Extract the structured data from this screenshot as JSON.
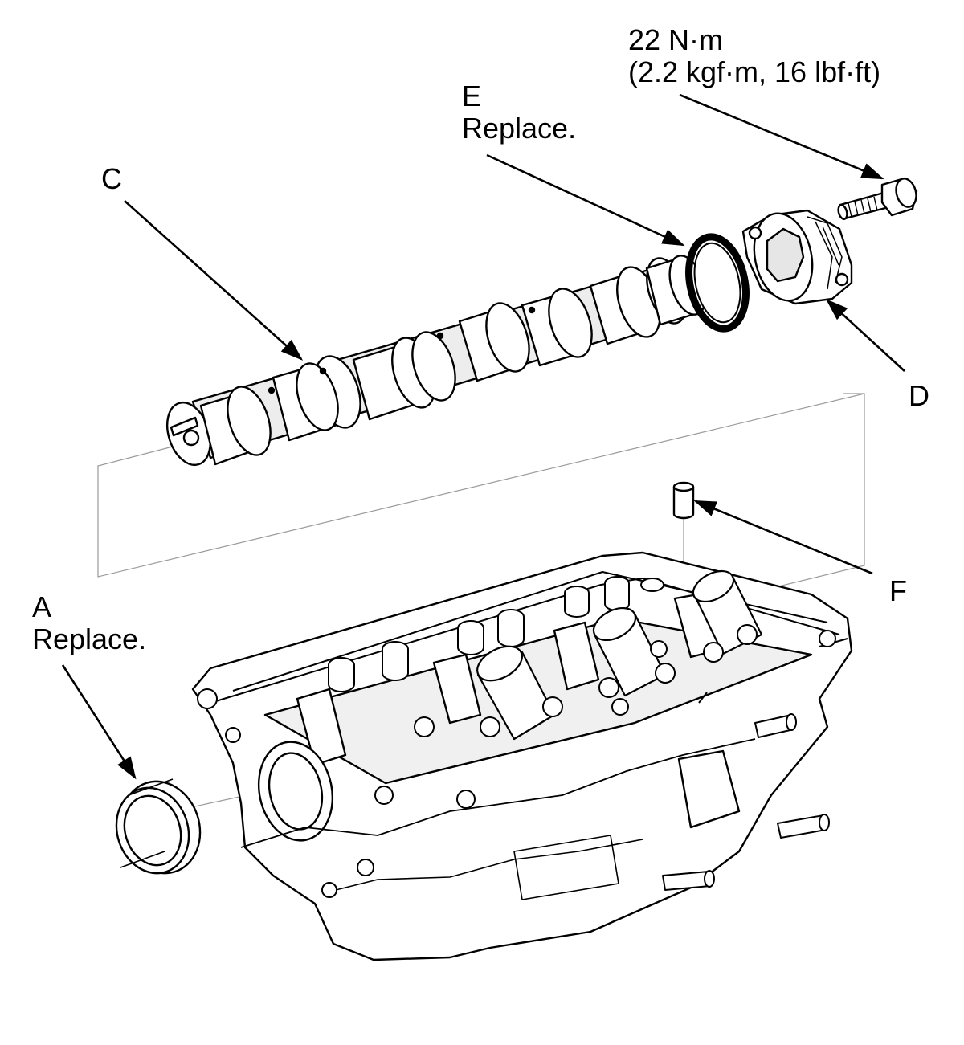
{
  "callouts": {
    "torque": {
      "line1": "22 N·m",
      "line2": "(2.2 kgf·m, 16 lbf·ft)"
    },
    "e": {
      "letter": "E",
      "note": "Replace."
    },
    "c": {
      "letter": "C"
    },
    "d": {
      "letter": "D"
    },
    "f": {
      "letter": "F"
    },
    "a": {
      "letter": "A",
      "note": "Replace."
    }
  },
  "colors": {
    "ink": "#000000",
    "guide": "#9a9a9a",
    "fill": "#ffffff",
    "shade": "#e6e6e6"
  }
}
